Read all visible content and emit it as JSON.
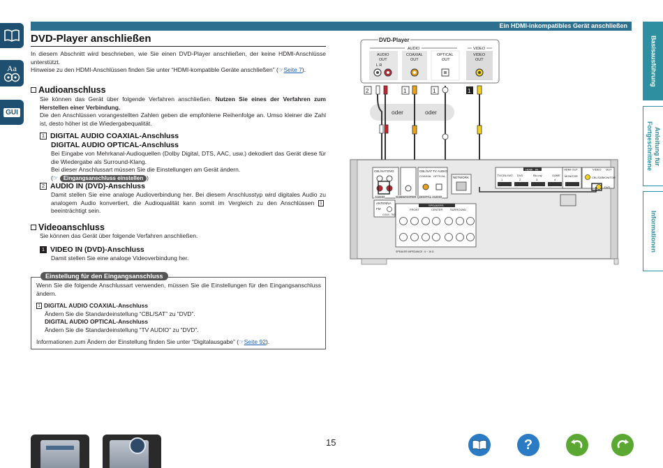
{
  "header": {
    "banner": "Ein HDMI-inkompatibles Gerät anschließen"
  },
  "left_tabs": [
    {
      "name": "contents-book-icon"
    },
    {
      "name": "index-aa-icon",
      "label": "Aa"
    },
    {
      "name": "gui-icon",
      "label": "GUI"
    }
  ],
  "right_tabs": [
    {
      "label": "Basisausführung"
    },
    {
      "label": "Anleitung für Fortgeschrittene"
    },
    {
      "label": "Informationen"
    }
  ],
  "page": {
    "title": "DVD-Player anschließen",
    "intro1": "In diesem Abschnitt wird beschrieben, wie Sie einen DVD-Player anschließen, der keine HDMI-Anschlüsse unterstützt.",
    "intro2": "Hinweise zu den HDMI-Anschlüssen finden Sie unter “HDMI-kompatible Geräte anschließen”",
    "intro2_link": "Seite 7",
    "audio": {
      "heading": "Audioanschluss",
      "text1": "Sie können das Gerät über folgende Verfahren anschließen.",
      "text1_bold": "Nutzen Sie eines der Verfahren zum Herstellen einer Verbindung.",
      "text2": "Die den Anschlüssen vorangestellten Zahlen geben die empfohlene Reihenfolge an. Umso kleiner die Zahl ist, desto höher ist die Wiedergabequalität.",
      "item1_num": "1",
      "item1_title_a": "DIGITAL AUDIO COAXIAL-Anschluss",
      "item1_title_b": "DIGITAL AUDIO OPTICAL-Anschluss",
      "item1_text1": "Bei Eingabe von Mehrkanal-Audioquellen (Dolby Digital, DTS, AAC, usw.) dekodiert das Gerät diese für die Wiedergabe als Surround-Klang.",
      "item1_text2": "Bei dieser Anschlussart müssen Sie die Einstellungen am Gerät ändern.",
      "item1_ref": "Eingangsanschluss einstellen",
      "item2_num": "2",
      "item2_title": "AUDIO IN (DVD)-Anschluss",
      "item2_text": "Damit stellen Sie eine analoge Audioverbindung her. Bei diesem Anschlusstyp wird digitales Audio zu analogem Audio konvertiert, die Audioqualität kann somit im Vergleich zu den Anschlüssen",
      "item2_text_end": "beeinträchtigt sein.",
      "item2_ref_num": "1"
    },
    "video": {
      "heading": "Videoanschluss",
      "text": "Sie können das Gerät über folgende Verfahren anschließen.",
      "item1_num": "1",
      "item1_title": "VIDEO IN (DVD)-Anschluss",
      "item1_text": "Damit stellen Sie eine analoge Videoverbindung her."
    },
    "settings_box": {
      "label": "Einstellung für den Eingangsanschluss",
      "text1": "Wenn Sie die folgende Anschlussart verwenden, müssen Sie die Einstellungen für den Eingangsanschluss ändern.",
      "item_num": "1",
      "coax_title": "DIGITAL AUDIO COAXIAL-Anschluss",
      "coax_text": "Ändern Sie die Standardeinstellung “CBL/SAT” zu “DVD”.",
      "opt_title": "DIGITAL AUDIO OPTICAL-Anschluss",
      "opt_text": "Ändern Sie die Standardeinstellung “TV AUDIO” zu “DVD”.",
      "footer": "Informationen zum Ändern der Einstellung finden Sie unter “Digitalausgabe” (",
      "footer_link": "Seite 92",
      "footer_end": ")."
    }
  },
  "diagram": {
    "device_title": "DVD-Player",
    "group_audio": "AUDIO",
    "group_video": "VIDEO",
    "jack_audio_out": "AUDIO",
    "jack_audio_out2": "OUT",
    "jack_lr": "L      R",
    "jack_coax": "COAXIAL",
    "jack_coax2": "OUT",
    "jack_optical": "OPTICAL",
    "jack_optical2": "OUT",
    "jack_video": "VIDEO",
    "jack_video2": "OUT",
    "cable_nums": [
      "2",
      "1",
      "1",
      "1"
    ],
    "or1": "oder",
    "or2": "oder",
    "panel": {
      "cbl_sat": "CBL/SAT",
      "dvd": "DVD",
      "audio": "AUDIO",
      "subwoofer": "SUBWOOFER",
      "digital_audio": "DIGITAL AUDIO",
      "coaxial": "COAXIAL",
      "optical": "OPTICAL",
      "cbl_sat2": "CBL/SAT",
      "tv_audio": "TV AUDIO",
      "network": "NETWORK",
      "antenna": "ANTENNA",
      "fm": "FM",
      "coax75": "COAX. 75Ω",
      "speakers": "SPEAKERS",
      "front": "FRONT",
      "center": "CENTER",
      "surround": "SURROUND",
      "impedance": "SPEAKER IMPEDANCE : 6 ~ 16 Ω",
      "hdmi": "HDMI",
      "in": "IN",
      "tv_cbl_sat": "TV/CBL/SAT",
      "hdmi_dvd": "DVD",
      "bluray": "Blu-ray",
      "game": "GAME",
      "hdmi_nums": [
        "1",
        "2",
        "3",
        "4"
      ],
      "monitor": "MONITOR",
      "hdmi_out": "HDMI OUT",
      "video": "VIDEO",
      "video_out": "OUT",
      "video_cbl": "CBL/SAT",
      "video_dvd": "DVD",
      "monitor2": "MONITOR"
    }
  },
  "footer": {
    "page_number": "15"
  },
  "bottom_icons": [
    {
      "name": "contents-book-icon",
      "color": "#2b7bc4"
    },
    {
      "name": "help-icon",
      "color": "#2b7bc4"
    },
    {
      "name": "back-icon",
      "color": "#5aa832"
    },
    {
      "name": "forward-icon",
      "color": "#5aa832"
    }
  ]
}
